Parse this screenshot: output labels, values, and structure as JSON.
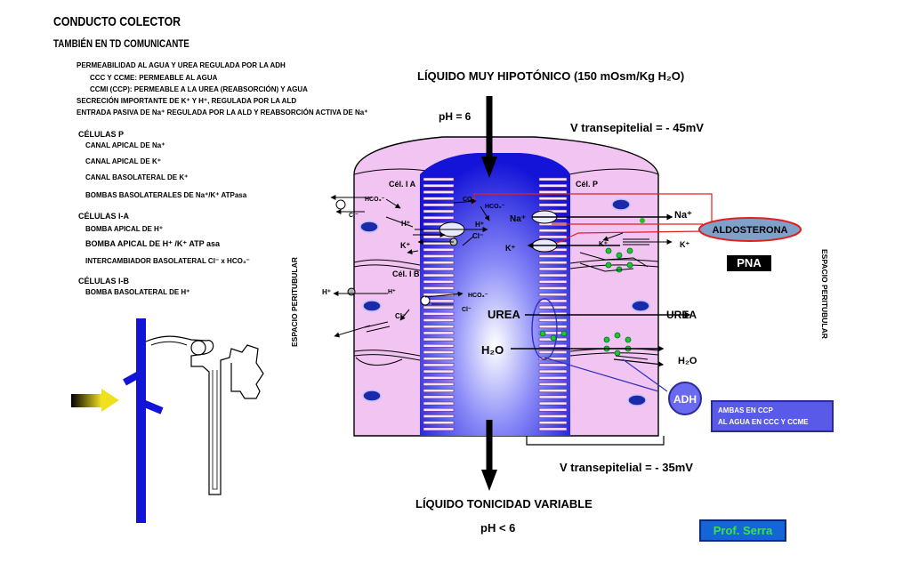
{
  "title": "CONDUCTO COLECTOR",
  "subtitle": "TAMBIÉN EN TD COMUNICANTE",
  "properties": [
    "PERMEABILIDAD AL AGUA Y UREA REGULADA POR LA ADH",
    "CCC Y CCME: PERMEABLE AL AGUA",
    "CCMI (CCP): PERMEABLE A LA UREA (REABSORCIÓN) Y AGUA",
    "SECRECIÓN IMPORTANTE DE K⁺ Y H⁺, REGULADA POR LA ALD",
    "ENTRADA PASIVA DE Na⁺ REGULADA POR LA ALD Y REABSORCIÓN ACTIVA DE Na⁺"
  ],
  "cells_p": {
    "heading": "CÉLULAS P",
    "items": [
      "CANAL APICAL DE Na⁺",
      "CANAL APICAL DE K⁺",
      "CANAL BASOLATERAL DE K⁺",
      "BOMBAS BASOLATERALES DE Na⁺/K⁺ ATPasa"
    ]
  },
  "cells_ia": {
    "heading": "CÉLULAS I-A",
    "items": [
      "BOMBA APICAL DE H⁺",
      "BOMBA APICAL DE H⁺ /K⁺ ATP asa",
      "INTERCAMBIADOR BASOLATERAL Cl⁻ x HCO₃⁻"
    ]
  },
  "cells_ib": {
    "heading": "CÉLULAS I-B",
    "items": [
      "BOMBA BASOLATERAL DE H⁺"
    ]
  },
  "fluid_in": "LÍQUIDO MUY HIPOTÓNICO (150 mOsm/Kg H₂O)",
  "ph_in": "pH = 6",
  "v_top": "V transepitelial = - 45mV",
  "v_bottom": "V transepitelial = - 35mV",
  "fluid_out": "LÍQUIDO TONICIDAD VARIABLE",
  "ph_out": "pH < 6",
  "peritubular": "ESPACIO PERITUBULAR",
  "cell_labels": {
    "ia": "Cél. I A",
    "p": "Cél. P",
    "ib": "Cél. I B"
  },
  "ions": {
    "hco3": "HCO₃⁻",
    "cl": "Cl⁻",
    "co2": "CO₂",
    "h": "H⁺",
    "k": "K⁺",
    "na": "Na⁺",
    "urea": "UREA",
    "h2o": "H₂O"
  },
  "aldosterona": "ALDOSTERONA",
  "pna": "PNA",
  "adh": "ADH",
  "ambas": [
    "AMBAS EN CCP",
    "AL AGUA EN CCC Y CCME"
  ],
  "prof": "Prof. Serra",
  "colors": {
    "lumen": "#2020e0",
    "cell": "#f2c4f2",
    "aldo": "#7fa0c8",
    "adh": "#6a6af0",
    "nucleus": "#1a2aa8"
  }
}
